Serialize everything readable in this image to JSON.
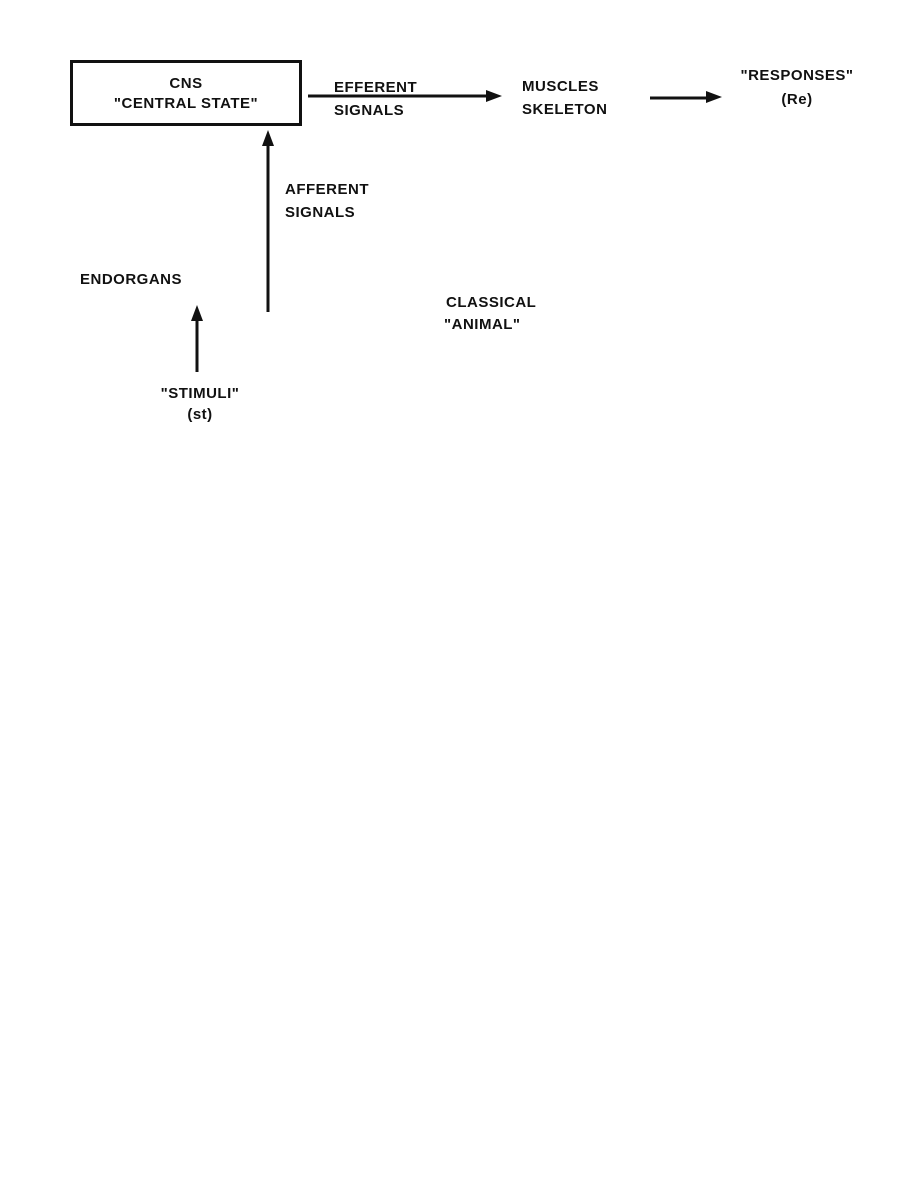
{
  "diagram": {
    "cns_box": {
      "line1": "CNS",
      "line2": "\"CENTRAL STATE\""
    },
    "efferent": {
      "line1": "EFFERENT",
      "line2": "SIGNALS"
    },
    "muscles": {
      "line1": "MUSCLES",
      "line2": "SKELETON"
    },
    "responses": {
      "line1": "\"RESPONSES\"",
      "line2": "(Re)"
    },
    "afferent": {
      "line1": "AFFERENT",
      "line2": "SIGNALS"
    },
    "endorgans": {
      "label": "ENDORGANS"
    },
    "classical": {
      "line1": "CLASSICAL",
      "line2": "\"ANIMAL\""
    },
    "stimuli": {
      "line1": "\"STIMULI\"",
      "line2": "(st)"
    },
    "colors": {
      "ink": "#111111",
      "background": "#ffffff"
    }
  }
}
